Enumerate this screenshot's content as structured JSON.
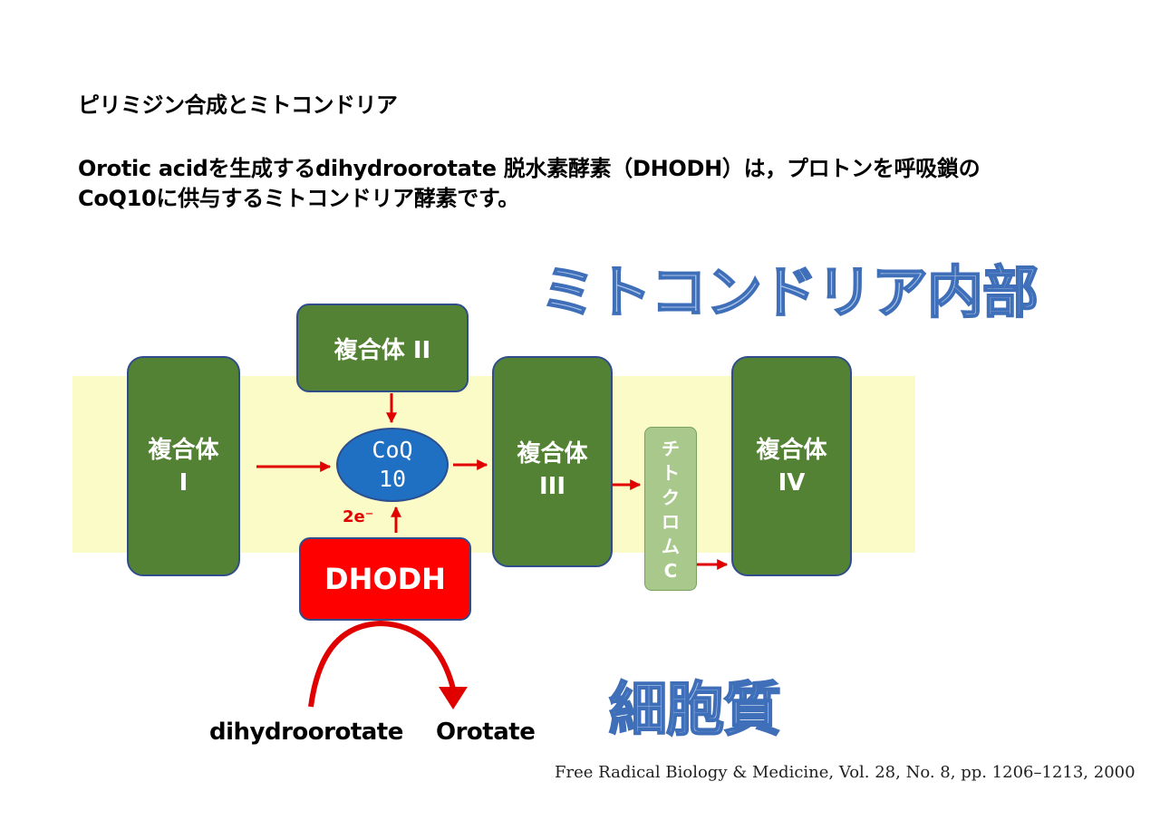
{
  "title": "ピリミジン合成とミトコンドリア",
  "intro": {
    "line1": "Orotic acidを生成するdihydroorotate 脱水素酵素（DHODH）は，プロトンを呼吸鎖の",
    "line2": "CoQ10に供与するミトコンドリア酵素です。"
  },
  "labels": {
    "mitochondria_inside": "ミトコンドリア内部",
    "cytoplasm": "細胞質"
  },
  "complexes": {
    "complex1": {
      "line1": "複合体",
      "line2": "I"
    },
    "complex2": {
      "text": "複合体 II"
    },
    "complex3": {
      "line1": "複合体",
      "line2": "III"
    },
    "complex4": {
      "line1": "複合体",
      "line2": "IV"
    }
  },
  "coq10": {
    "line1": "CoQ",
    "line2": "10"
  },
  "cytochrome_c": [
    "チ",
    "ト",
    "ク",
    "ロ",
    "ム",
    "C"
  ],
  "electrons": "2e⁻",
  "dhodh": "DHODH",
  "substrate": "dihydroorotate",
  "product": "Orotate",
  "citation": "Free Radical Biology & Medicine, Vol. 28, No. 8, pp. 1206–1213, 2000",
  "colors": {
    "complex_green": "#548235",
    "coq_blue": "#1f6fc2",
    "dhodh_red": "#ff0000",
    "arrow_red": "#e00000",
    "membrane_yellow": "#fbfbc8",
    "cytochrome_green": "#a9c98c"
  }
}
